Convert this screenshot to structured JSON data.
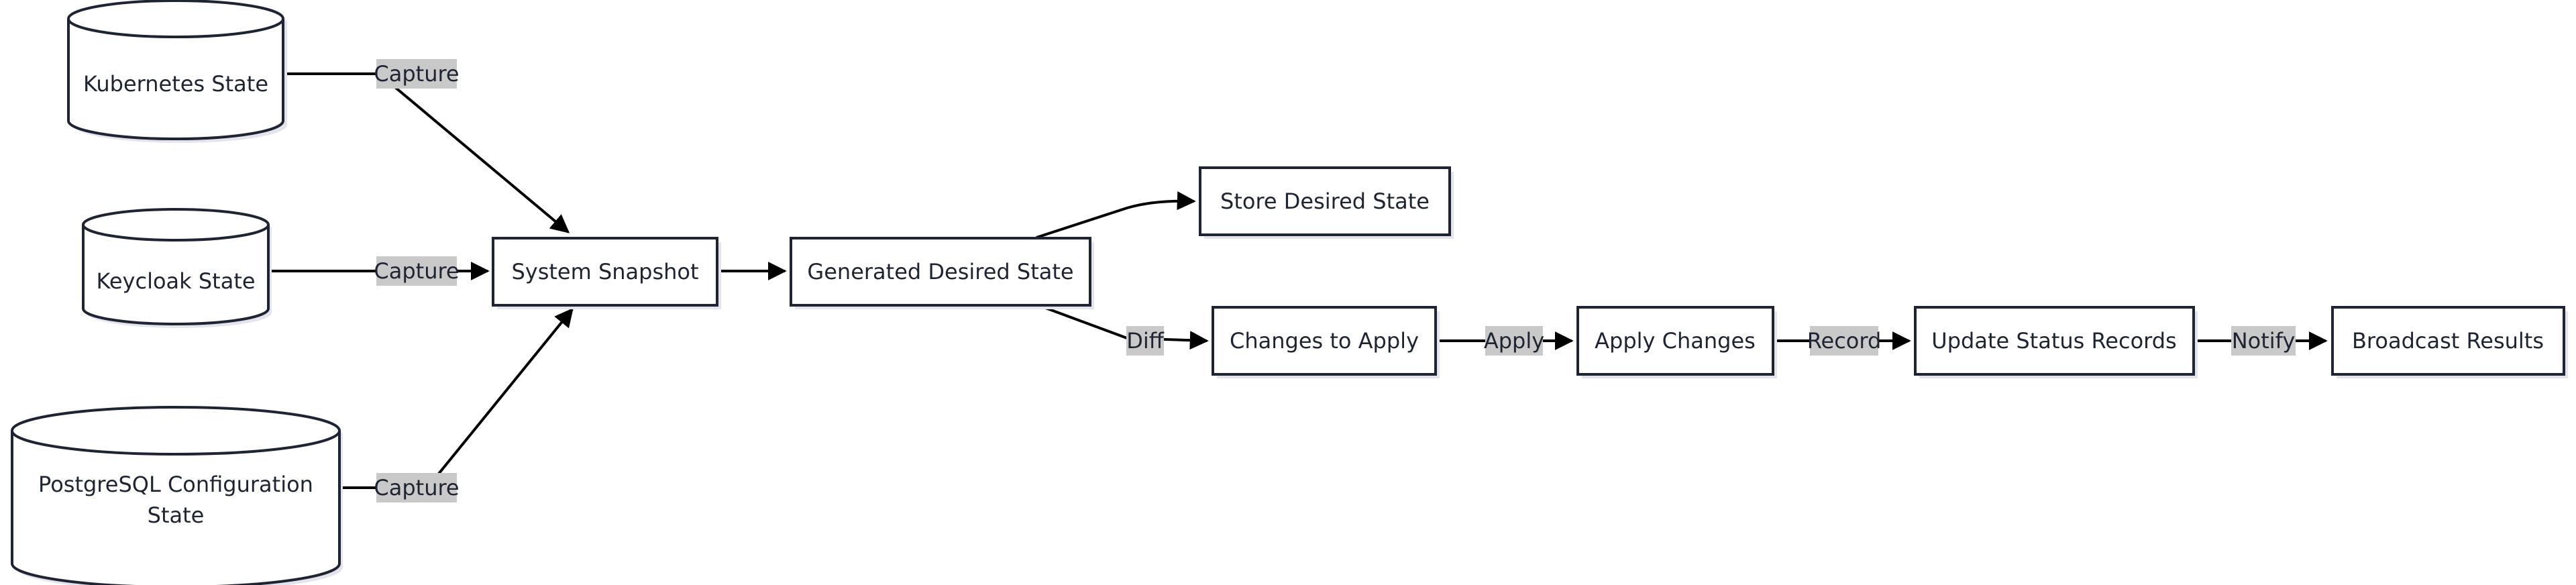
{
  "nodes": {
    "kubernetes_state": "Kubernetes State",
    "keycloak_state": "Keycloak State",
    "postgresql_state_line1": "PostgreSQL Configuration",
    "postgresql_state_line2": "State",
    "system_snapshot": "System Snapshot",
    "generated_desired_state": "Generated Desired State",
    "store_desired_state": "Store Desired State",
    "changes_to_apply": "Changes to Apply",
    "apply_changes": "Apply Changes",
    "update_status_records": "Update Status Records",
    "broadcast_results": "Broadcast Results"
  },
  "edge_labels": {
    "capture_kubernetes": "Capture",
    "capture_keycloak": "Capture",
    "capture_postgresql": "Capture",
    "diff": "Diff",
    "apply": "Apply",
    "record": "Record",
    "notify": "Notify"
  },
  "colors": {
    "stroke": "#1f2433",
    "label_background": "#c9c9c9",
    "node_fill": "#ffffff"
  }
}
